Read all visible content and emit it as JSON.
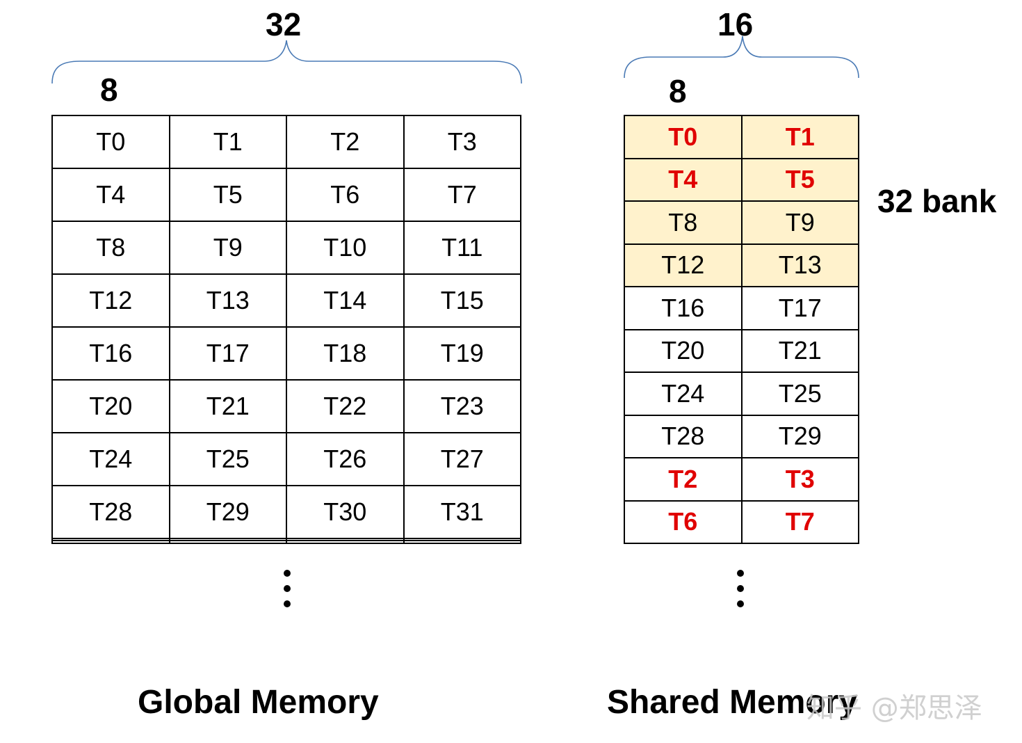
{
  "global": {
    "width_label": "32",
    "unit_label": "8",
    "caption": "Global Memory",
    "rows": [
      [
        "T0",
        "T1",
        "T2",
        "T3"
      ],
      [
        "T4",
        "T5",
        "T6",
        "T7"
      ],
      [
        "T8",
        "T9",
        "T10",
        "T11"
      ],
      [
        "T12",
        "T13",
        "T14",
        "T15"
      ],
      [
        "T16",
        "T17",
        "T18",
        "T19"
      ],
      [
        "T20",
        "T21",
        "T22",
        "T23"
      ],
      [
        "T24",
        "T25",
        "T26",
        "T27"
      ],
      [
        "T28",
        "T29",
        "T30",
        "T31"
      ],
      [
        "",
        "",
        "",
        ""
      ],
      [
        "",
        "",
        "",
        ""
      ]
    ]
  },
  "shared": {
    "width_label": "16",
    "unit_label": "8",
    "caption": "Shared Memory",
    "bank_label": "32 bank",
    "rows": [
      [
        {
          "t": "T0",
          "red": true,
          "hl": true
        },
        {
          "t": "T1",
          "red": true,
          "hl": true
        }
      ],
      [
        {
          "t": "T4",
          "red": true,
          "hl": true
        },
        {
          "t": "T5",
          "red": true,
          "hl": true
        }
      ],
      [
        {
          "t": "T8",
          "red": false,
          "hl": true
        },
        {
          "t": "T9",
          "red": false,
          "hl": true
        }
      ],
      [
        {
          "t": "T12",
          "red": false,
          "hl": true
        },
        {
          "t": "T13",
          "red": false,
          "hl": true
        }
      ],
      [
        {
          "t": "T16",
          "red": false,
          "hl": false
        },
        {
          "t": "T17",
          "red": false,
          "hl": false
        }
      ],
      [
        {
          "t": "T20",
          "red": false,
          "hl": false
        },
        {
          "t": "T21",
          "red": false,
          "hl": false
        }
      ],
      [
        {
          "t": "T24",
          "red": false,
          "hl": false
        },
        {
          "t": "T25",
          "red": false,
          "hl": false
        }
      ],
      [
        {
          "t": "T28",
          "red": false,
          "hl": false
        },
        {
          "t": "T29",
          "red": false,
          "hl": false
        }
      ],
      [
        {
          "t": "T2",
          "red": true,
          "hl": false
        },
        {
          "t": "T3",
          "red": true,
          "hl": false
        }
      ],
      [
        {
          "t": "T6",
          "red": true,
          "hl": false
        },
        {
          "t": "T7",
          "red": true,
          "hl": false
        }
      ]
    ]
  },
  "watermark": "知乎 @郑思泽",
  "colors": {
    "highlight_fill": "#fff2cc",
    "conflict_text": "#e00000",
    "brace": "#4a7ab5"
  }
}
